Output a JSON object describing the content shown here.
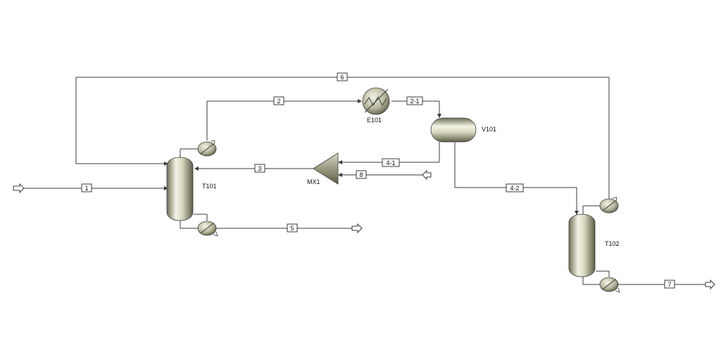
{
  "equipment": {
    "t101": "T101",
    "t102": "T102",
    "e101": "E101",
    "v101": "V101",
    "mx1": "MX1"
  },
  "streams": {
    "s1": "1",
    "s2": "2",
    "s2_1": "2-1",
    "s3": "3",
    "s4_1": "4-1",
    "s4_2": "4-2",
    "s5": "5",
    "s6": "6",
    "s7": "7",
    "s8": "8"
  },
  "colors": {
    "vessel_light": "#f4f4e6",
    "vessel_dark": "#7a7a62",
    "line": "#3a3a3a"
  }
}
